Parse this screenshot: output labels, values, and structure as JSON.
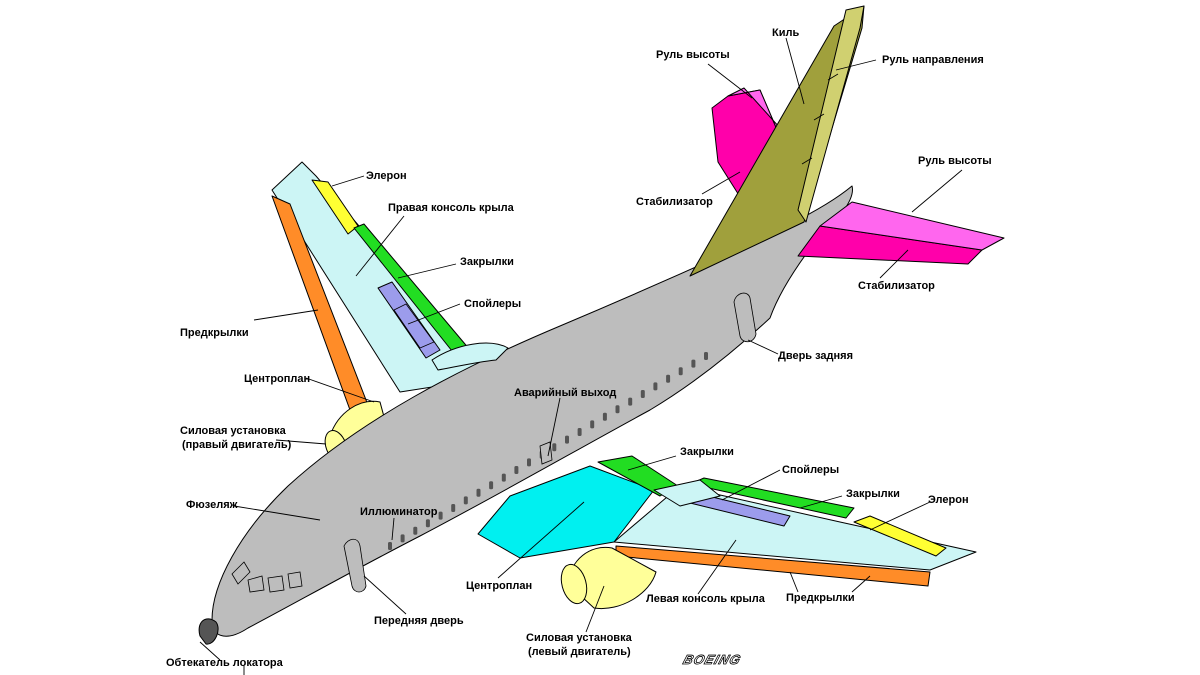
{
  "labels": {
    "ruder_vysoty_top": "Руль высоты",
    "kil": "Киль",
    "rul_napravleniya": "Руль направления",
    "ruder_vysoty_right": "Руль высоты",
    "stabilizator_left": "Стабилизатор",
    "stabilizator_right": "Стабилизатор",
    "eleron_right_wing": "Элерон",
    "pravaya_konsol": "Правая консоль крыла",
    "zakrylki_right_wing": "Закрылки",
    "spoilery_right_wing": "Спойлеры",
    "predkrylki_right_wing": "Предкрылки",
    "tsentroplan_top": "Центроплан",
    "silovaya_pravaya_1": "Силовая установка",
    "silovaya_pravaya_2": "(правый двигатель)",
    "dver_zadnyaya": "Дверь задняя",
    "avariyny_vykhod": "Аварийный выход",
    "zakrylki_left_inner": "Закрылки",
    "spoilery_left": "Спойлеры",
    "zakrylki_left_outer": "Закрылки",
    "eleron_left": "Элерон",
    "fuzelyazh": "Фюзеляж",
    "illyuminator": "Иллюминатор",
    "tsentroplan_bottom": "Центроплан",
    "levaya_konsol": "Левая консоль крыла",
    "predkrylki_left": "Предкрылки",
    "perednyaya_dver": "Передняя дверь",
    "silovaya_levaya_1": "Силовая установка",
    "silovaya_levaya_2": "(левый двигатель)",
    "obtekatel": "Обтекатель локатора"
  },
  "logo": "BOEING",
  "colors": {
    "fuselage": "#bdbdbd",
    "wing": "#ccf5f5",
    "center_section": "#00f0f0",
    "slats": "#ff8c28",
    "flaps": "#22dd22",
    "spoilers": "#9c9cec",
    "aileron": "#ffff33",
    "engine": "#ffff99",
    "fin": "#a0a03c",
    "rudder": "#d0d070",
    "stabilizer": "#ff00aa",
    "elevator": "#ff66ee"
  }
}
